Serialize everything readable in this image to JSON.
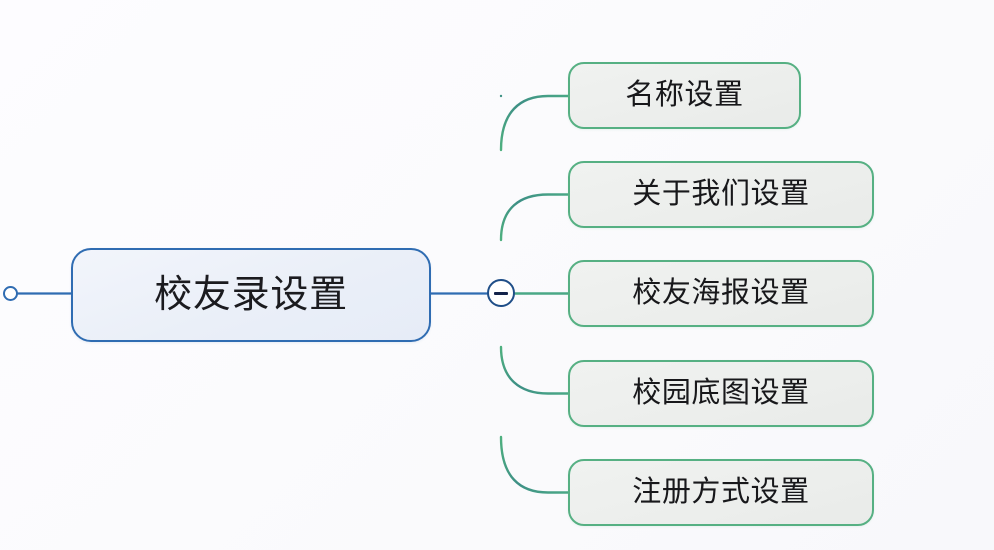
{
  "diagram": {
    "type": "mind-map",
    "title": "校友录设置",
    "orientation": "left-to-right",
    "background_color": "#fbfbfd",
    "root": {
      "label": "校友录设置",
      "border_color": "#2f6cb2",
      "fill_color": "#eaeff8",
      "text_color": "#1b1b1f"
    },
    "toggle": {
      "state": "expanded",
      "icon": "minus-icon",
      "symbol": "−",
      "border_color": "#1f4e88",
      "fill_color": "#ffffff"
    },
    "origin_dot": {
      "icon": "circle-icon",
      "border_color": "#2f6cb2"
    },
    "branch_color": "#56b083",
    "trunk_color": "#2f6cb2",
    "children": [
      {
        "label": "名称设置",
        "border_color": "#56b083",
        "fill_color": "#eceeec"
      },
      {
        "label": "关于我们设置",
        "border_color": "#56b083",
        "fill_color": "#eceeec"
      },
      {
        "label": "校友海报设置",
        "border_color": "#56b083",
        "fill_color": "#eceeec"
      },
      {
        "label": "校园底图设置",
        "border_color": "#56b083",
        "fill_color": "#eceeec"
      },
      {
        "label": "注册方式设置",
        "border_color": "#56b083",
        "fill_color": "#eceeec"
      }
    ]
  }
}
